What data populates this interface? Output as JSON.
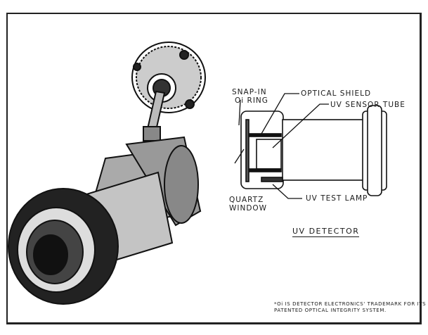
{
  "labels": {
    "snap_in": "SNAP-IN",
    "ring": "Oi RING",
    "optical_shield": "OPTICAL SHIELD",
    "uv_sensor_tube": "UV SENSOR TUBE",
    "quartz": "QUARTZ",
    "window": "WINDOW",
    "uv_test_lamp": "UV TEST LAMP"
  },
  "title": "UV DETECTOR",
  "footnote": {
    "line1": "*Oi IS DETECTOR ELECTRONICS' TRADEMARK FOR ITS",
    "line2": "PATENTED OPTICAL INTEGRITY SYSTEM."
  }
}
